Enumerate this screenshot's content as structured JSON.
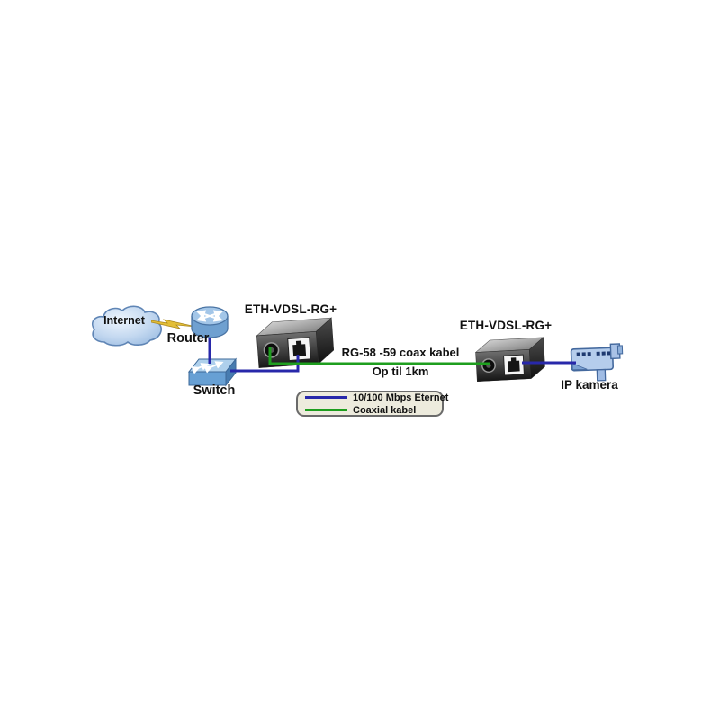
{
  "diagram": {
    "internet": {
      "label": "Internet"
    },
    "router": {
      "label": "Router"
    },
    "switch": {
      "label": "Switch"
    },
    "converter_left": {
      "label": "ETH-VDSL-RG+"
    },
    "converter_right": {
      "label": "ETH-VDSL-RG+"
    },
    "camera": {
      "label": "IP kamera"
    },
    "coax_link": {
      "line1": "RG-58 -59 coax kabel",
      "line2": "Op til 1km"
    },
    "legend": {
      "items": [
        {
          "label": "10/100 Mbps Eternet",
          "color": "#2828aa"
        },
        {
          "label": "Coaxial kabel",
          "color": "#1e9e1e"
        }
      ]
    },
    "colors": {
      "ethernet_line": "#2828aa",
      "coax_line": "#1e9e1e",
      "lightning": "#e3be37"
    }
  }
}
